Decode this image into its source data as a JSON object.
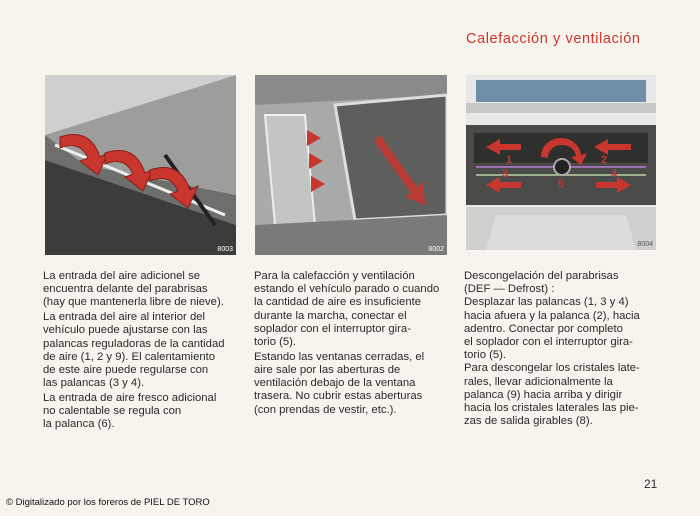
{
  "header": {
    "title": "Calefacción y ventilación"
  },
  "figures": [
    {
      "number": "8003",
      "accent": "#c8362e"
    },
    {
      "number": "8002",
      "accent": "#c8362e"
    },
    {
      "number": "8004",
      "accent": "#c8362e",
      "labels": [
        "1",
        "2",
        "3",
        "4",
        "5"
      ]
    }
  ],
  "columns": [
    {
      "paragraphs": [
        "La entrada del aire adicionel se\nencuentra delante del parabrisas\n(hay que mantenerla libre de nieve).",
        "La entrada del aire al interior del\nvehículo puede ajustarse con las\npalancas reguladoras de la cantidad\nde aire (1, 2 y 9). El calentamiento\nde este aire puede regularse con\nlas palancas (3 y 4).",
        "La entrada de aire fresco adicional\nno calentable se regula con\nla palanca (6)."
      ]
    },
    {
      "paragraphs": [
        "Para la calefacción y ventilación\nestando el vehículo parado o cuando\nla cantidad de aire es insuficiente\ndurante la marcha, conectar el\nsoplador con el interruptor gira-\ntorio (5).",
        "Estando las ventanas cerradas, el\naire sale por las aberturas de\nventilación debajo de la ventana\ntrasera. No cubrir estas aberturas\n(con prendas de vestir, etc.)."
      ]
    },
    {
      "paragraphs": [
        "Descongelación del parabrisas\n(DEF — Defrost) :\nDesplazar las palancas (1, 3 y 4)\nhacia afuera y la palanca (2), hacia\nadentro. Conectar por completo\nel soplador con el interruptor gira-\ntorio (5).\nPara descongelar los cristales late-\nrales, llevar adicionalmente la\npalanca (9) hacia arriba y dirigir\nhacia los cristales laterales las pie-\nzas de salida girables (8)."
      ]
    }
  ],
  "footer": {
    "page_number": "21",
    "credit": "© Digitalizado por los foreros de PIEL DE TORO"
  }
}
